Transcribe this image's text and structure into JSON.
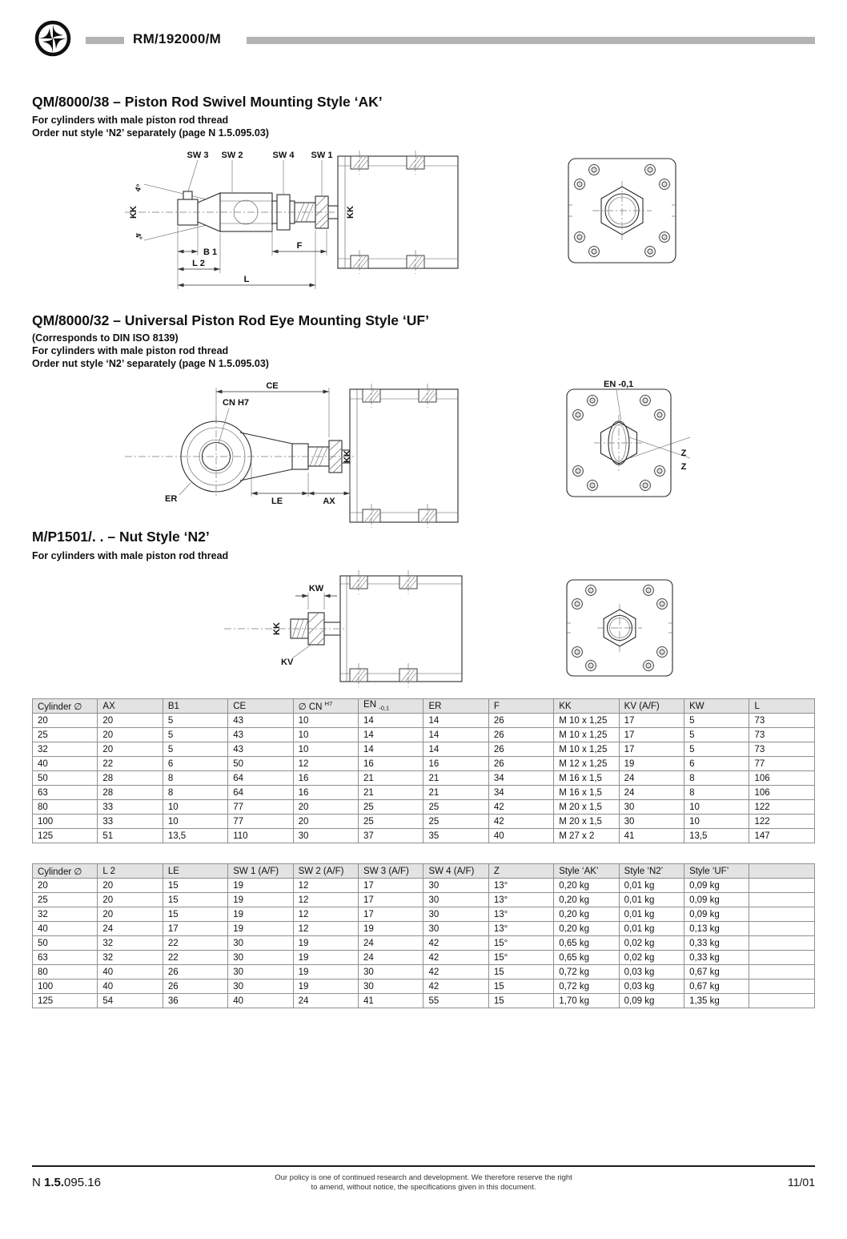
{
  "header": {
    "doc_number": "RM/192000/M"
  },
  "sections": {
    "ak": {
      "title": "QM/8000/38 – Piston Rod Swivel Mounting Style ‘AK’",
      "line1": "For cylinders with male piston rod thread",
      "line2": "Order nut style ‘N2’ separately (page N 1.5.095.03)"
    },
    "uf": {
      "title": "QM/8000/32 – Universal Piston Rod Eye Mounting Style ‘UF’",
      "line0": "(Corresponds to DIN ISO 8139)",
      "line1": "For cylinders with male piston rod thread",
      "line2": "Order nut style ‘N2’ separately (page N 1.5.095.03)"
    },
    "n2": {
      "title": "M/P1501/. . – Nut Style ‘N2’",
      "line1": "For cylinders with male piston rod thread"
    }
  },
  "drawings": {
    "ak_side": {
      "sw3": "SW 3",
      "sw2": "SW 2",
      "sw4": "SW 4",
      "sw1": "SW 1",
      "kk_left": "KK",
      "kk_rod": "KK",
      "angle_top": "4°",
      "angle_bottom": "4°",
      "b1": "B 1",
      "f": "F",
      "l2": "L 2",
      "l": "L"
    },
    "uf_side": {
      "ce": "CE",
      "cn": "CN H7",
      "kk": "KK",
      "er": "ER",
      "le": "LE",
      "ax": "AX"
    },
    "uf_end": {
      "en": "EN -0,1",
      "z_top": "Z",
      "z_bottom": "Z"
    },
    "n2_side": {
      "kw": "KW",
      "kk": "KK",
      "kv": "KV"
    }
  },
  "table1": {
    "headers": [
      {
        "text": "Cylinder ∅"
      },
      {
        "text": "AX"
      },
      {
        "text": "B1"
      },
      {
        "text": "CE"
      },
      {
        "text": "∅ CN ",
        "sup": "H7"
      },
      {
        "text": "EN ",
        "sub": "-0,1"
      },
      {
        "text": "ER"
      },
      {
        "text": "F"
      },
      {
        "text": "KK"
      },
      {
        "text": "KV (A/F)"
      },
      {
        "text": "KW"
      },
      {
        "text": "L"
      }
    ],
    "rows": [
      [
        "20",
        "20",
        "5",
        "43",
        "10",
        "14",
        "14",
        "26",
        "M 10 x 1,25",
        "17",
        "5",
        "73"
      ],
      [
        "25",
        "20",
        "5",
        "43",
        "10",
        "14",
        "14",
        "26",
        "M 10 x 1,25",
        "17",
        "5",
        "73"
      ],
      [
        "32",
        "20",
        "5",
        "43",
        "10",
        "14",
        "14",
        "26",
        "M 10 x 1,25",
        "17",
        "5",
        "73"
      ],
      [
        "40",
        "22",
        "6",
        "50",
        "12",
        "16",
        "16",
        "26",
        "M 12 x 1,25",
        "19",
        "6",
        "77"
      ],
      [
        "50",
        "28",
        "8",
        "64",
        "16",
        "21",
        "21",
        "34",
        "M 16 x 1,5",
        "24",
        "8",
        "106"
      ],
      [
        "63",
        "28",
        "8",
        "64",
        "16",
        "21",
        "21",
        "34",
        "M 16 x 1,5",
        "24",
        "8",
        "106"
      ],
      [
        "80",
        "33",
        "10",
        "77",
        "20",
        "25",
        "25",
        "42",
        "M 20 x 1,5",
        "30",
        "10",
        "122"
      ],
      [
        "100",
        "33",
        "10",
        "77",
        "20",
        "25",
        "25",
        "42",
        "M 20 x 1,5",
        "30",
        "10",
        "122"
      ],
      [
        "125",
        "51",
        "13,5",
        "110",
        "30",
        "37",
        "35",
        "40",
        "M 27 x 2",
        "41",
        "13,5",
        "147"
      ]
    ]
  },
  "table2": {
    "headers": [
      {
        "text": "Cylinder ∅"
      },
      {
        "text": "L 2"
      },
      {
        "text": "LE"
      },
      {
        "text": "SW 1 (A/F)"
      },
      {
        "text": "SW 2 (A/F)"
      },
      {
        "text": "SW 3 (A/F)"
      },
      {
        "text": "SW 4 (A/F)"
      },
      {
        "text": "Z"
      },
      {
        "text": "Style ‘AK’"
      },
      {
        "text": "Style ‘N2’"
      },
      {
        "text": "Style ‘UF’"
      },
      {
        "text": ""
      }
    ],
    "rows": [
      [
        "20",
        "20",
        "15",
        "19",
        "12",
        "17",
        "30",
        "13°",
        "0,20 kg",
        "0,01 kg",
        "0,09 kg",
        ""
      ],
      [
        "25",
        "20",
        "15",
        "19",
        "12",
        "17",
        "30",
        "13°",
        "0,20 kg",
        "0,01 kg",
        "0,09 kg",
        ""
      ],
      [
        "32",
        "20",
        "15",
        "19",
        "12",
        "17",
        "30",
        "13°",
        "0,20 kg",
        "0,01 kg",
        "0,09 kg",
        ""
      ],
      [
        "40",
        "24",
        "17",
        "19",
        "12",
        "19",
        "30",
        "13°",
        "0,20 kg",
        "0,01 kg",
        "0,13 kg",
        ""
      ],
      [
        "50",
        "32",
        "22",
        "30",
        "19",
        "24",
        "42",
        "15°",
        "0,65 kg",
        "0,02 kg",
        "0,33 kg",
        ""
      ],
      [
        "63",
        "32",
        "22",
        "30",
        "19",
        "24",
        "42",
        "15°",
        "0,65 kg",
        "0,02 kg",
        "0,33 kg",
        ""
      ],
      [
        "80",
        "40",
        "26",
        "30",
        "19",
        "30",
        "42",
        "15",
        "0,72 kg",
        "0,03 kg",
        "0,67 kg",
        ""
      ],
      [
        "100",
        "40",
        "26",
        "30",
        "19",
        "30",
        "42",
        "15",
        "0,72 kg",
        "0,03 kg",
        "0,67 kg",
        ""
      ],
      [
        "125",
        "54",
        "36",
        "40",
        "24",
        "41",
        "55",
        "15",
        "1,70 kg",
        "0,09 kg",
        "1,35 kg",
        ""
      ]
    ]
  },
  "footer": {
    "ref_prefix": "N ",
    "ref_bold": "1.5.",
    "ref_rest": "095.16",
    "note_line1": "Our policy is one of continued research and development. We therefore reserve the right",
    "note_line2": "to amend, without notice, the specifications given in this document.",
    "issue": "11/01"
  }
}
